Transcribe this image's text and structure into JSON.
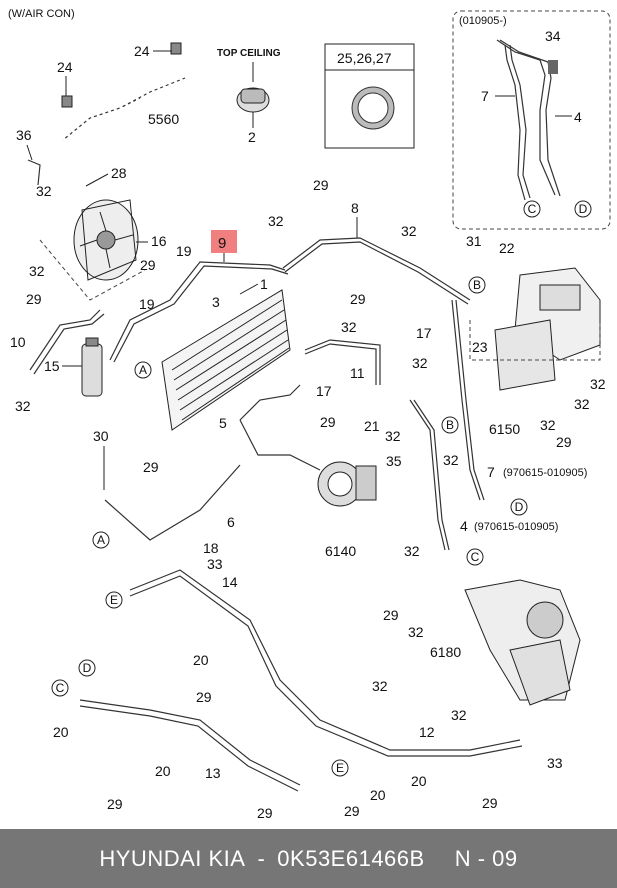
{
  "header": {
    "note": "(W/AIR CON)"
  },
  "inset": {
    "date_range": "(010905-)"
  },
  "top_ceiling": "TOP CEILING",
  "ring_label": "25,26,27",
  "highlight": {
    "label": "9",
    "color": "#f07f7f"
  },
  "refs": {
    "A": "A",
    "B": "B",
    "C": "C",
    "D": "D",
    "E": "E"
  },
  "parts": {
    "p1": "1",
    "p2": "2",
    "p3": "3",
    "p4": "4",
    "p5": "5",
    "p6": "6",
    "p7": "7",
    "p8": "8",
    "p10": "10",
    "p11": "11",
    "p12": "12",
    "p13": "13",
    "p14": "14",
    "p15": "15",
    "p16": "16",
    "p17": "17",
    "p18": "18",
    "p19": "19",
    "p20": "20",
    "p21": "21",
    "p22": "22",
    "p23": "23",
    "p24": "24",
    "p28": "28",
    "p29": "29",
    "p30": "30",
    "p31": "31",
    "p32": "32",
    "p33": "33",
    "p34": "34",
    "p35": "35",
    "p36": "36",
    "c5560": "5560",
    "c6150": "6150",
    "c6140": "6140",
    "c6180": "6180"
  },
  "variants": {
    "v7": "(970615-010905)",
    "v4": "(970615-010905)"
  },
  "footer": {
    "brand": "HYUNDAI  KIA",
    "sep": "-",
    "part_no": "0K53E61466B",
    "group": "N - 09"
  }
}
